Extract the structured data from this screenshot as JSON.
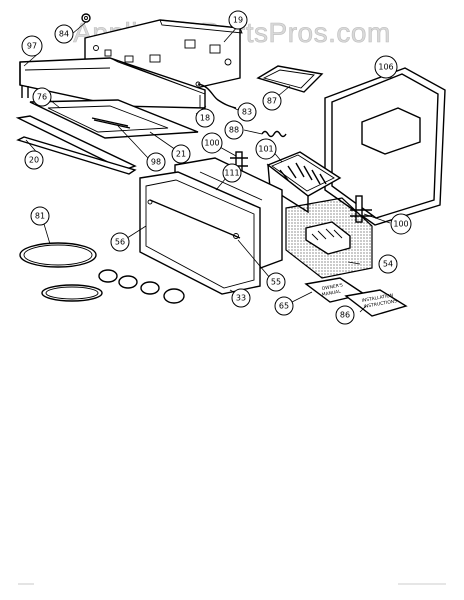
{
  "watermark": "AppliancePartsPros.com",
  "callouts": {
    "c19": "19",
    "c84": "84",
    "c97": "97",
    "c106": "106",
    "c87": "87",
    "c76": "76",
    "c83": "83",
    "c18": "18",
    "c88": "88",
    "c20": "20",
    "c98": "98",
    "c21": "21",
    "c100a": "100",
    "c101": "101",
    "c111": "111",
    "c81": "81",
    "c56": "56",
    "c100b": "100",
    "c55": "55",
    "c54": "54",
    "c65": "65",
    "c33": "33",
    "c86": "86"
  }
}
